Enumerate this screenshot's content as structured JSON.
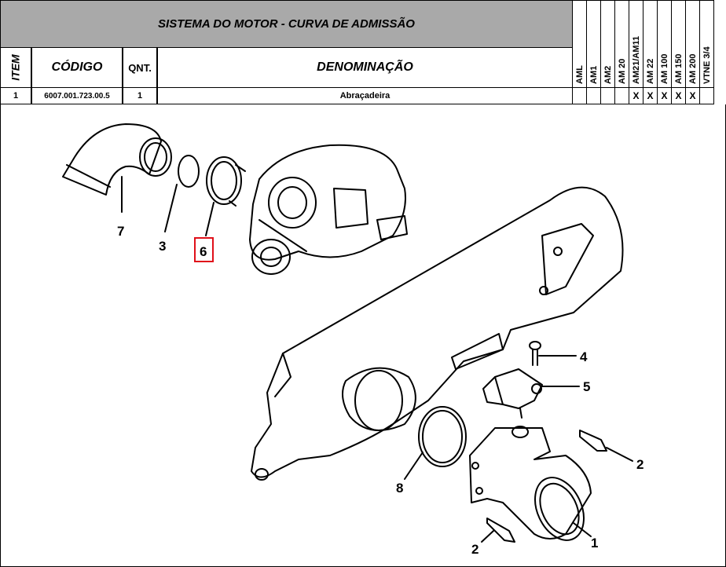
{
  "header": {
    "title": "SISTEMA DO MOTOR - CURVA DE ADMISSÃO"
  },
  "columns": {
    "item": "ITEM",
    "codigo": "CÓDIGO",
    "qnt": "QNT.",
    "denominacao": "DENOMINAÇÃO"
  },
  "models": [
    "AML",
    "AM1",
    "AM2",
    "AM 20",
    "AM21/AM11",
    "AM 22",
    "AM 100",
    "AM 150",
    "AM 200",
    "VTNE 3/4"
  ],
  "row": {
    "item": "1",
    "codigo": "6007.001.723.00.5",
    "qnt": "1",
    "denominacao": "Abraçadeira",
    "marks": [
      "",
      "",
      "",
      "",
      "X",
      "X",
      "X",
      "X",
      "X",
      ""
    ]
  },
  "diagram": {
    "callouts": [
      "7",
      "3",
      "6",
      "4",
      "5",
      "2",
      "8",
      "2",
      "1"
    ],
    "highlight_color": "#e0101a"
  }
}
